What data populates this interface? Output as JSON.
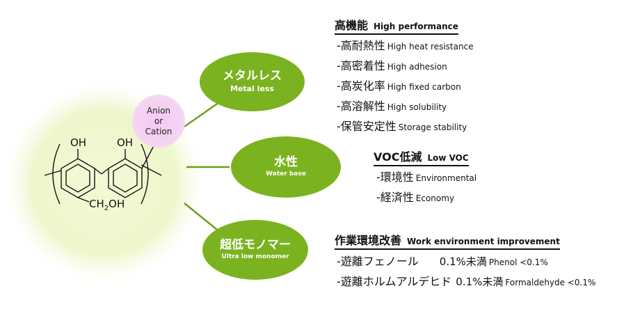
{
  "molecule": {
    "oh_left": "OH",
    "oh_right": "OH",
    "ch2oh": "CH",
    "ch2oh_sub": "2",
    "ch2oh_tail": "OH",
    "ion_line1": "Anion",
    "ion_line2": "or",
    "ion_line3": "Cation"
  },
  "features": [
    {
      "jp": "メタルレス",
      "en": "Metal less"
    },
    {
      "jp": "水性",
      "en": "Water base"
    },
    {
      "jp": "超低モノマー",
      "en": "Ultra low monomer"
    }
  ],
  "performance": {
    "title_jp": "高機能",
    "title_en": "High performance",
    "items": [
      {
        "jp": "-高耐熱性",
        "en": "High heat resistance"
      },
      {
        "jp": "-高密着性",
        "en": "High adhesion"
      },
      {
        "jp": "-高炭化率",
        "en": "High fixed carbon"
      },
      {
        "jp": "-高溶解性",
        "en": "High solubility"
      },
      {
        "jp": "-保管安定性",
        "en": "Storage stability"
      }
    ]
  },
  "voc": {
    "title_jp": "VOC低減",
    "title_en": "Low VOC",
    "items": [
      {
        "jp": "-環境性",
        "en": "Environmental"
      },
      {
        "jp": "-経済性",
        "en": "Economy"
      }
    ]
  },
  "work": {
    "title_jp": "作業環境改善",
    "title_en": "Work environment improvement",
    "items": [
      {
        "jp": "-遊離フェノール",
        "pct": "0.1%未満",
        "en": "Phenol <0.1%"
      },
      {
        "jp": "-遊離ホルムアルデヒド",
        "pct": "0.1%未満",
        "en": "Formaldehyde <0.1%"
      }
    ]
  },
  "colors": {
    "oval": "#7ab31f",
    "glow": "#eef7d0",
    "ion": "#f4cdf2"
  }
}
